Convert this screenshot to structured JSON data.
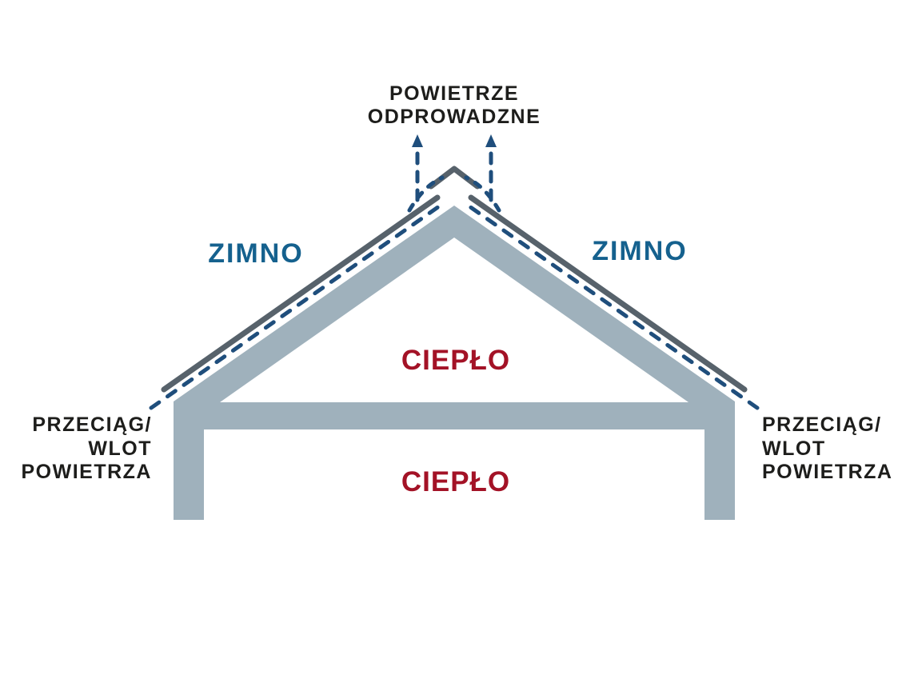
{
  "labels": {
    "exhaust_air": {
      "line1": "POWIETRZE",
      "line2": "ODPROWADZNE"
    },
    "cold_left": "ZIMNO",
    "cold_right": "ZIMNO",
    "warm_attic": "CIEPŁO",
    "warm_interior": "CIEPŁO",
    "intake_left": {
      "line1": "PRZECIĄG/",
      "line2": "WLOT",
      "line3": "POWIETRZA"
    },
    "intake_right": {
      "line1": "PRZECIĄG/",
      "line2": "WLOT",
      "line3": "POWIETRZA"
    }
  },
  "colors": {
    "background": "#FFFFFF",
    "structure_gray": "#9FB1BC",
    "roof_covering_dark": "#57626B",
    "airflow_blue": "#1F4E7C",
    "cold_label_blue": "#15618E",
    "warm_label_red": "#A31226",
    "dark_text": "#1D1D1B"
  }
}
